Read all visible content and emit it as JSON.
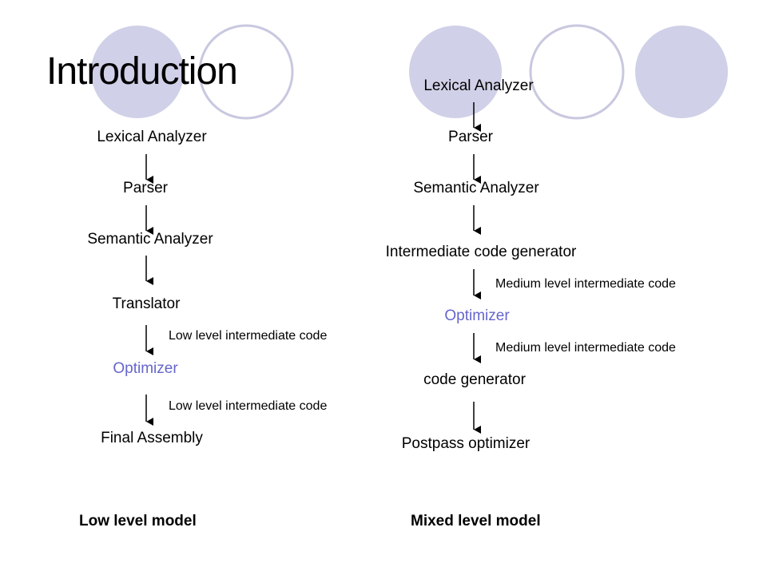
{
  "title": "Introduction",
  "colors": {
    "circle_fill": "#d0d0e8",
    "circle_stroke": "#c8c8e0",
    "optimizer_text": "#6666cc",
    "text": "#000000"
  },
  "low_level": {
    "stages": [
      "Lexical Analyzer",
      "Parser",
      "Semantic Analyzer",
      "Translator",
      "Optimizer",
      "Final Assembly"
    ],
    "notes": [
      "Low level intermediate code",
      "Low level intermediate code"
    ],
    "caption": "Low level model"
  },
  "mixed_level": {
    "stages": [
      "Lexical Analyzer",
      "Parser",
      "Semantic Analyzer",
      "Intermediate code generator",
      "Optimizer",
      "code generator",
      "Postpass optimizer"
    ],
    "notes": [
      "Medium level intermediate code",
      "Medium level intermediate code"
    ],
    "caption": "Mixed level model"
  }
}
